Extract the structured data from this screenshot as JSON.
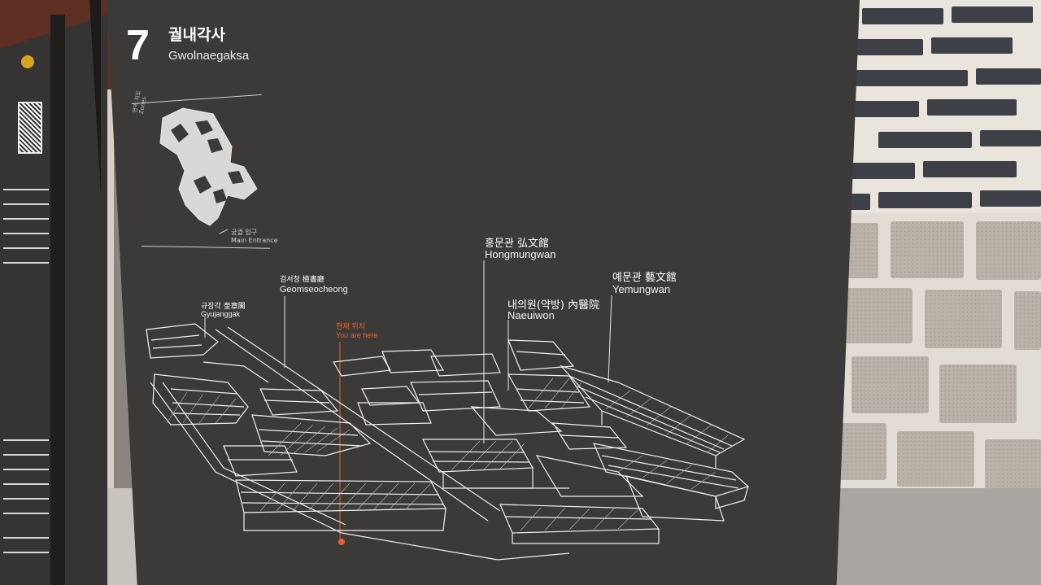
{
  "sign": {
    "number": "7",
    "title_ko": "궐내각사",
    "title_en": "Gwolnaegaksa"
  },
  "minimap": {
    "zone_label_ko": "영역 지도",
    "zone_label_en": "Zones",
    "entrance_ko": "궁궐 입구",
    "entrance_en": "Main Entrance"
  },
  "buildings": [
    {
      "ko": "규장각 奎章閣",
      "en": "Gyujanggak"
    },
    {
      "ko": "검서청 檢書廳",
      "en": "Geomseocheong"
    },
    {
      "ko": "현재 위치",
      "en": "You are here"
    },
    {
      "ko": "홍문관 弘文館",
      "en": "Hongmungwan"
    },
    {
      "ko": "내의원(약방) 內醫院",
      "en": "Naeuiwon"
    },
    {
      "ko": "예문관 藝文館",
      "en": "Yemungwan"
    }
  ],
  "colors": {
    "board": "#3b3a38",
    "line": "#ffffff",
    "you_are_here": "#e8612c",
    "side_dot": "#d9a521"
  }
}
